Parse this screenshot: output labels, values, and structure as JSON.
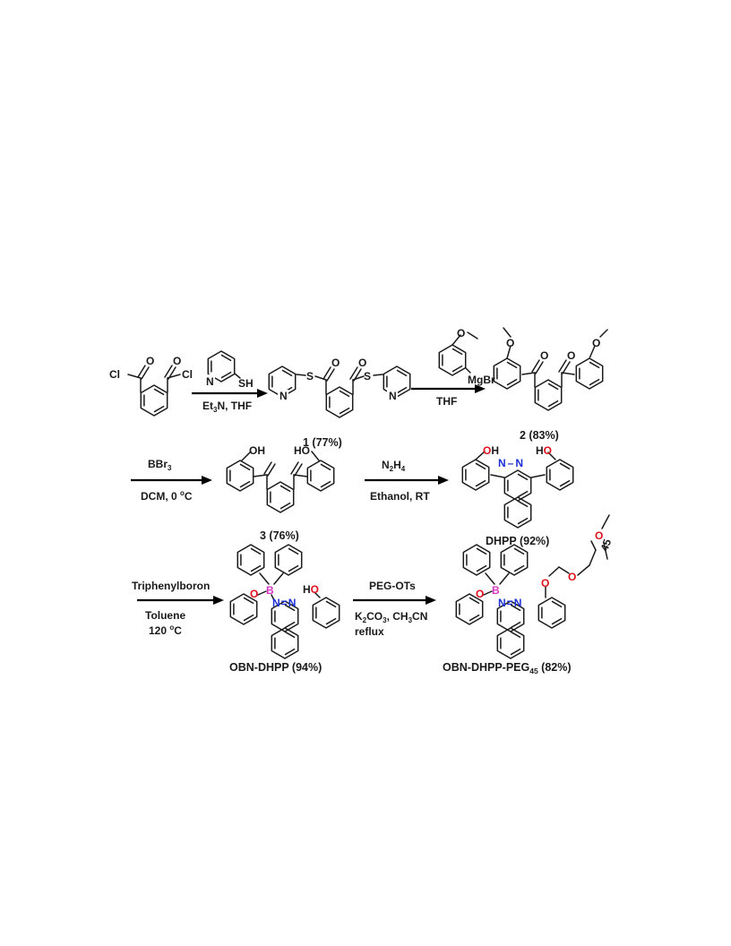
{
  "colors": {
    "oxygen": "#e0101a",
    "nitrogen": "#1b2fd6",
    "boron": "#d936c6",
    "bond": "#1a1a1a"
  },
  "atoms": {
    "cl": "Cl",
    "o": "O",
    "s": "S",
    "n": "N",
    "sh": "SH",
    "oh": "OH",
    "ho": "HO",
    "b": "B",
    "mgbr": "MgBr",
    "peg_n": "45"
  },
  "steps": {
    "step1": {
      "reagent_above": "",
      "conditions_main": "Et",
      "conditions_sub": "3",
      "conditions_tail": "N, THF"
    },
    "step2": {
      "reagent_above": "",
      "conditions": "THF"
    },
    "step3": {
      "reagent_main": "BBr",
      "reagent_sub": "3",
      "conditions_main": "DCM, 0 ",
      "conditions_sup": "o",
      "conditions_tail": "C"
    },
    "step4": {
      "reagent_main": "N",
      "reagent_sub1": "2",
      "reagent_mid": "H",
      "reagent_sub2": "4",
      "conditions": "Ethanol, RT"
    },
    "step5": {
      "reagent": "Triphenylboron",
      "conditions_line1": "Toluene",
      "conditions_line2_main": "120 ",
      "conditions_line2_sup": "o",
      "conditions_line2_tail": "C"
    },
    "step6": {
      "reagent": "PEG-OTs",
      "conditions_line1_a": "K",
      "conditions_line1_sub1": "2",
      "conditions_line1_b": "CO",
      "conditions_line1_sub2": "3",
      "conditions_line1_c": ", CH",
      "conditions_line1_sub3": "3",
      "conditions_line1_d": "CN",
      "conditions_line2": "reflux"
    }
  },
  "compounds": {
    "c1": "1 (77%)",
    "c2": "2 (83%)",
    "c3": "3 (76%)",
    "dhpp": "DHPP (92%)",
    "obn": "OBN-DHPP (94%)",
    "peg_main": "OBN-DHPP-PEG",
    "peg_sub": "45",
    "peg_tail": " (82%)"
  }
}
